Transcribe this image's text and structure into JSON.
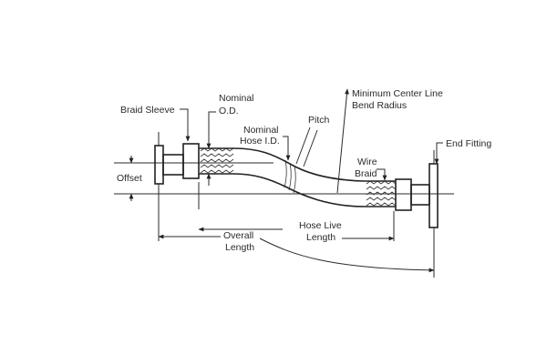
{
  "diagram": {
    "labels": {
      "braid_sleeve": "Braid Sleeve",
      "nominal_od_1": "Nominal",
      "nominal_od_2": "O.D.",
      "nominal_id_1": "Nominal",
      "nominal_id_2": "Hose I.D.",
      "pitch": "Pitch",
      "min_bend_1": "Minimum Center Line",
      "min_bend_2": "Bend Radius",
      "end_fitting": "End Fitting",
      "wire_braid_1": "Wire",
      "wire_braid_2": "Braid",
      "offset": "Offset",
      "hose_live_1": "Hose Live",
      "hose_live_2": "Length",
      "overall_1": "Overall",
      "overall_2": "Length"
    }
  }
}
